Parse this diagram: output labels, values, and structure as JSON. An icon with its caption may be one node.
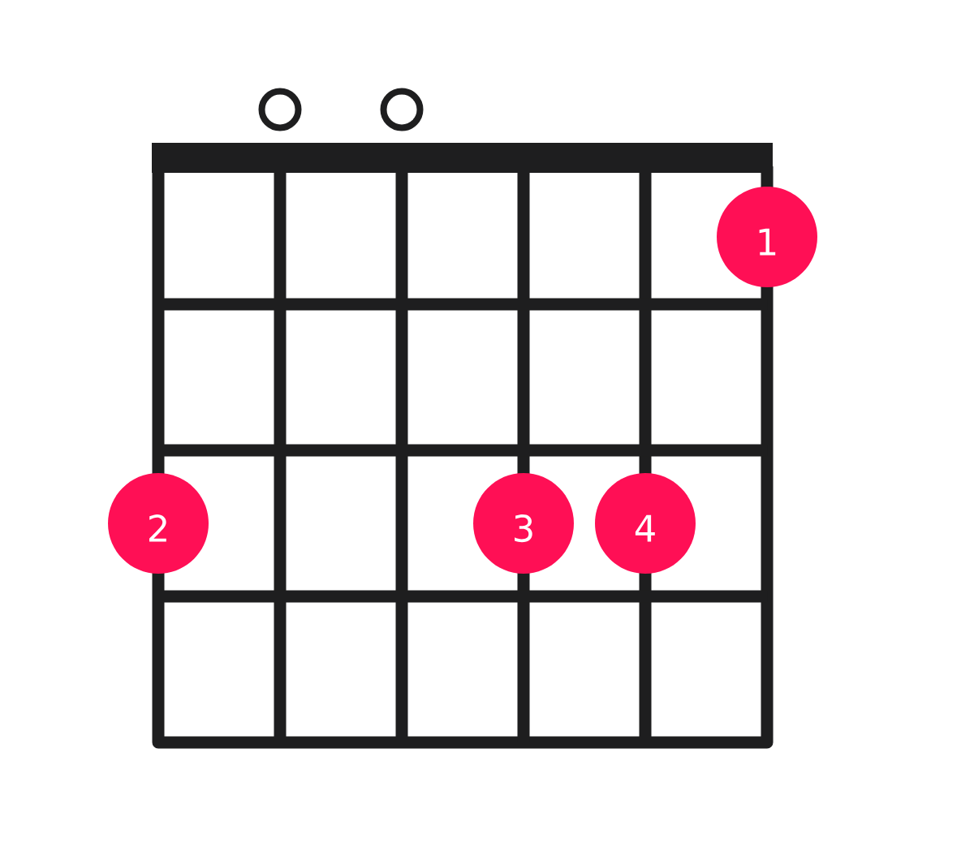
{
  "diagram": {
    "nodes": [
      {
        "text": [],
        "shape": "circle"
      },
      {
        "text": [],
        "shape": "circle"
      },
      {
        "text": [
          "1"
        ]
      },
      {
        "text": [
          "2"
        ]
      },
      {
        "text": [
          "3"
        ]
      },
      {
        "text": [
          "4"
        ]
      }
    ]
  }
}
